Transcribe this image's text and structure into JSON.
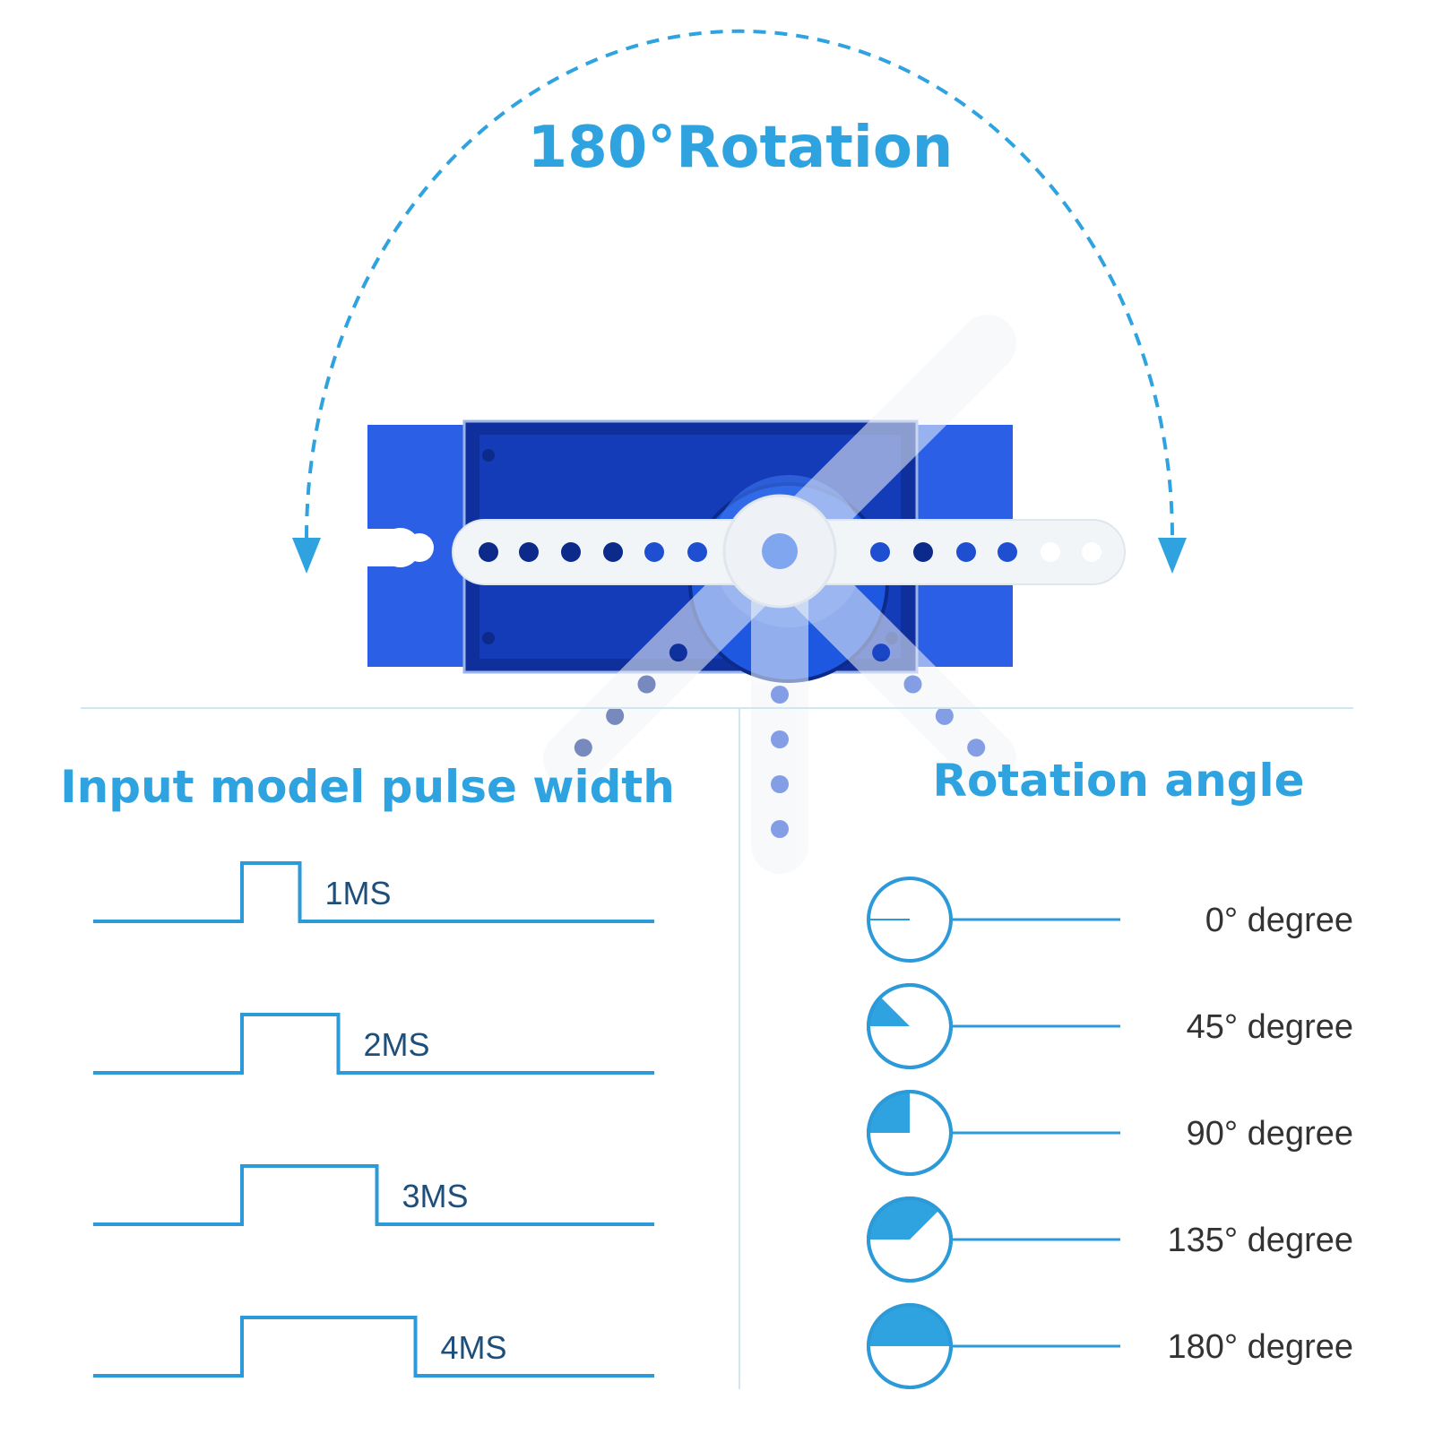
{
  "header": {
    "title": "180°Rotation"
  },
  "pulse_section": {
    "heading": "Input model pulse width",
    "pulses": [
      {
        "label": "1MS",
        "width_ms": 1
      },
      {
        "label": "2MS",
        "width_ms": 2
      },
      {
        "label": "3MS",
        "width_ms": 3
      },
      {
        "label": "4MS",
        "width_ms": 4
      }
    ]
  },
  "angle_section": {
    "heading": "Rotation angle",
    "angles": [
      {
        "label": "0° degree",
        "angle_deg": 0
      },
      {
        "label": "45° degree",
        "angle_deg": 45
      },
      {
        "label": "90° degree",
        "angle_deg": 90
      },
      {
        "label": "135° degree",
        "angle_deg": 135
      },
      {
        "label": "180° degree",
        "angle_deg": 180
      }
    ]
  },
  "colors": {
    "accent": "#2ea3e0",
    "line": "#2c9ad8",
    "label_text": "#1e4f7a",
    "degree_text": "#333333",
    "servo_blue": "#1f4fd1",
    "servo_dark": "#0b2a8a",
    "horn": "#f2f5f8",
    "divider": "#cfe6f5"
  },
  "icons": {
    "servo": "servo-motor-icon",
    "arc": "dashed-arc-arrow-icon"
  }
}
